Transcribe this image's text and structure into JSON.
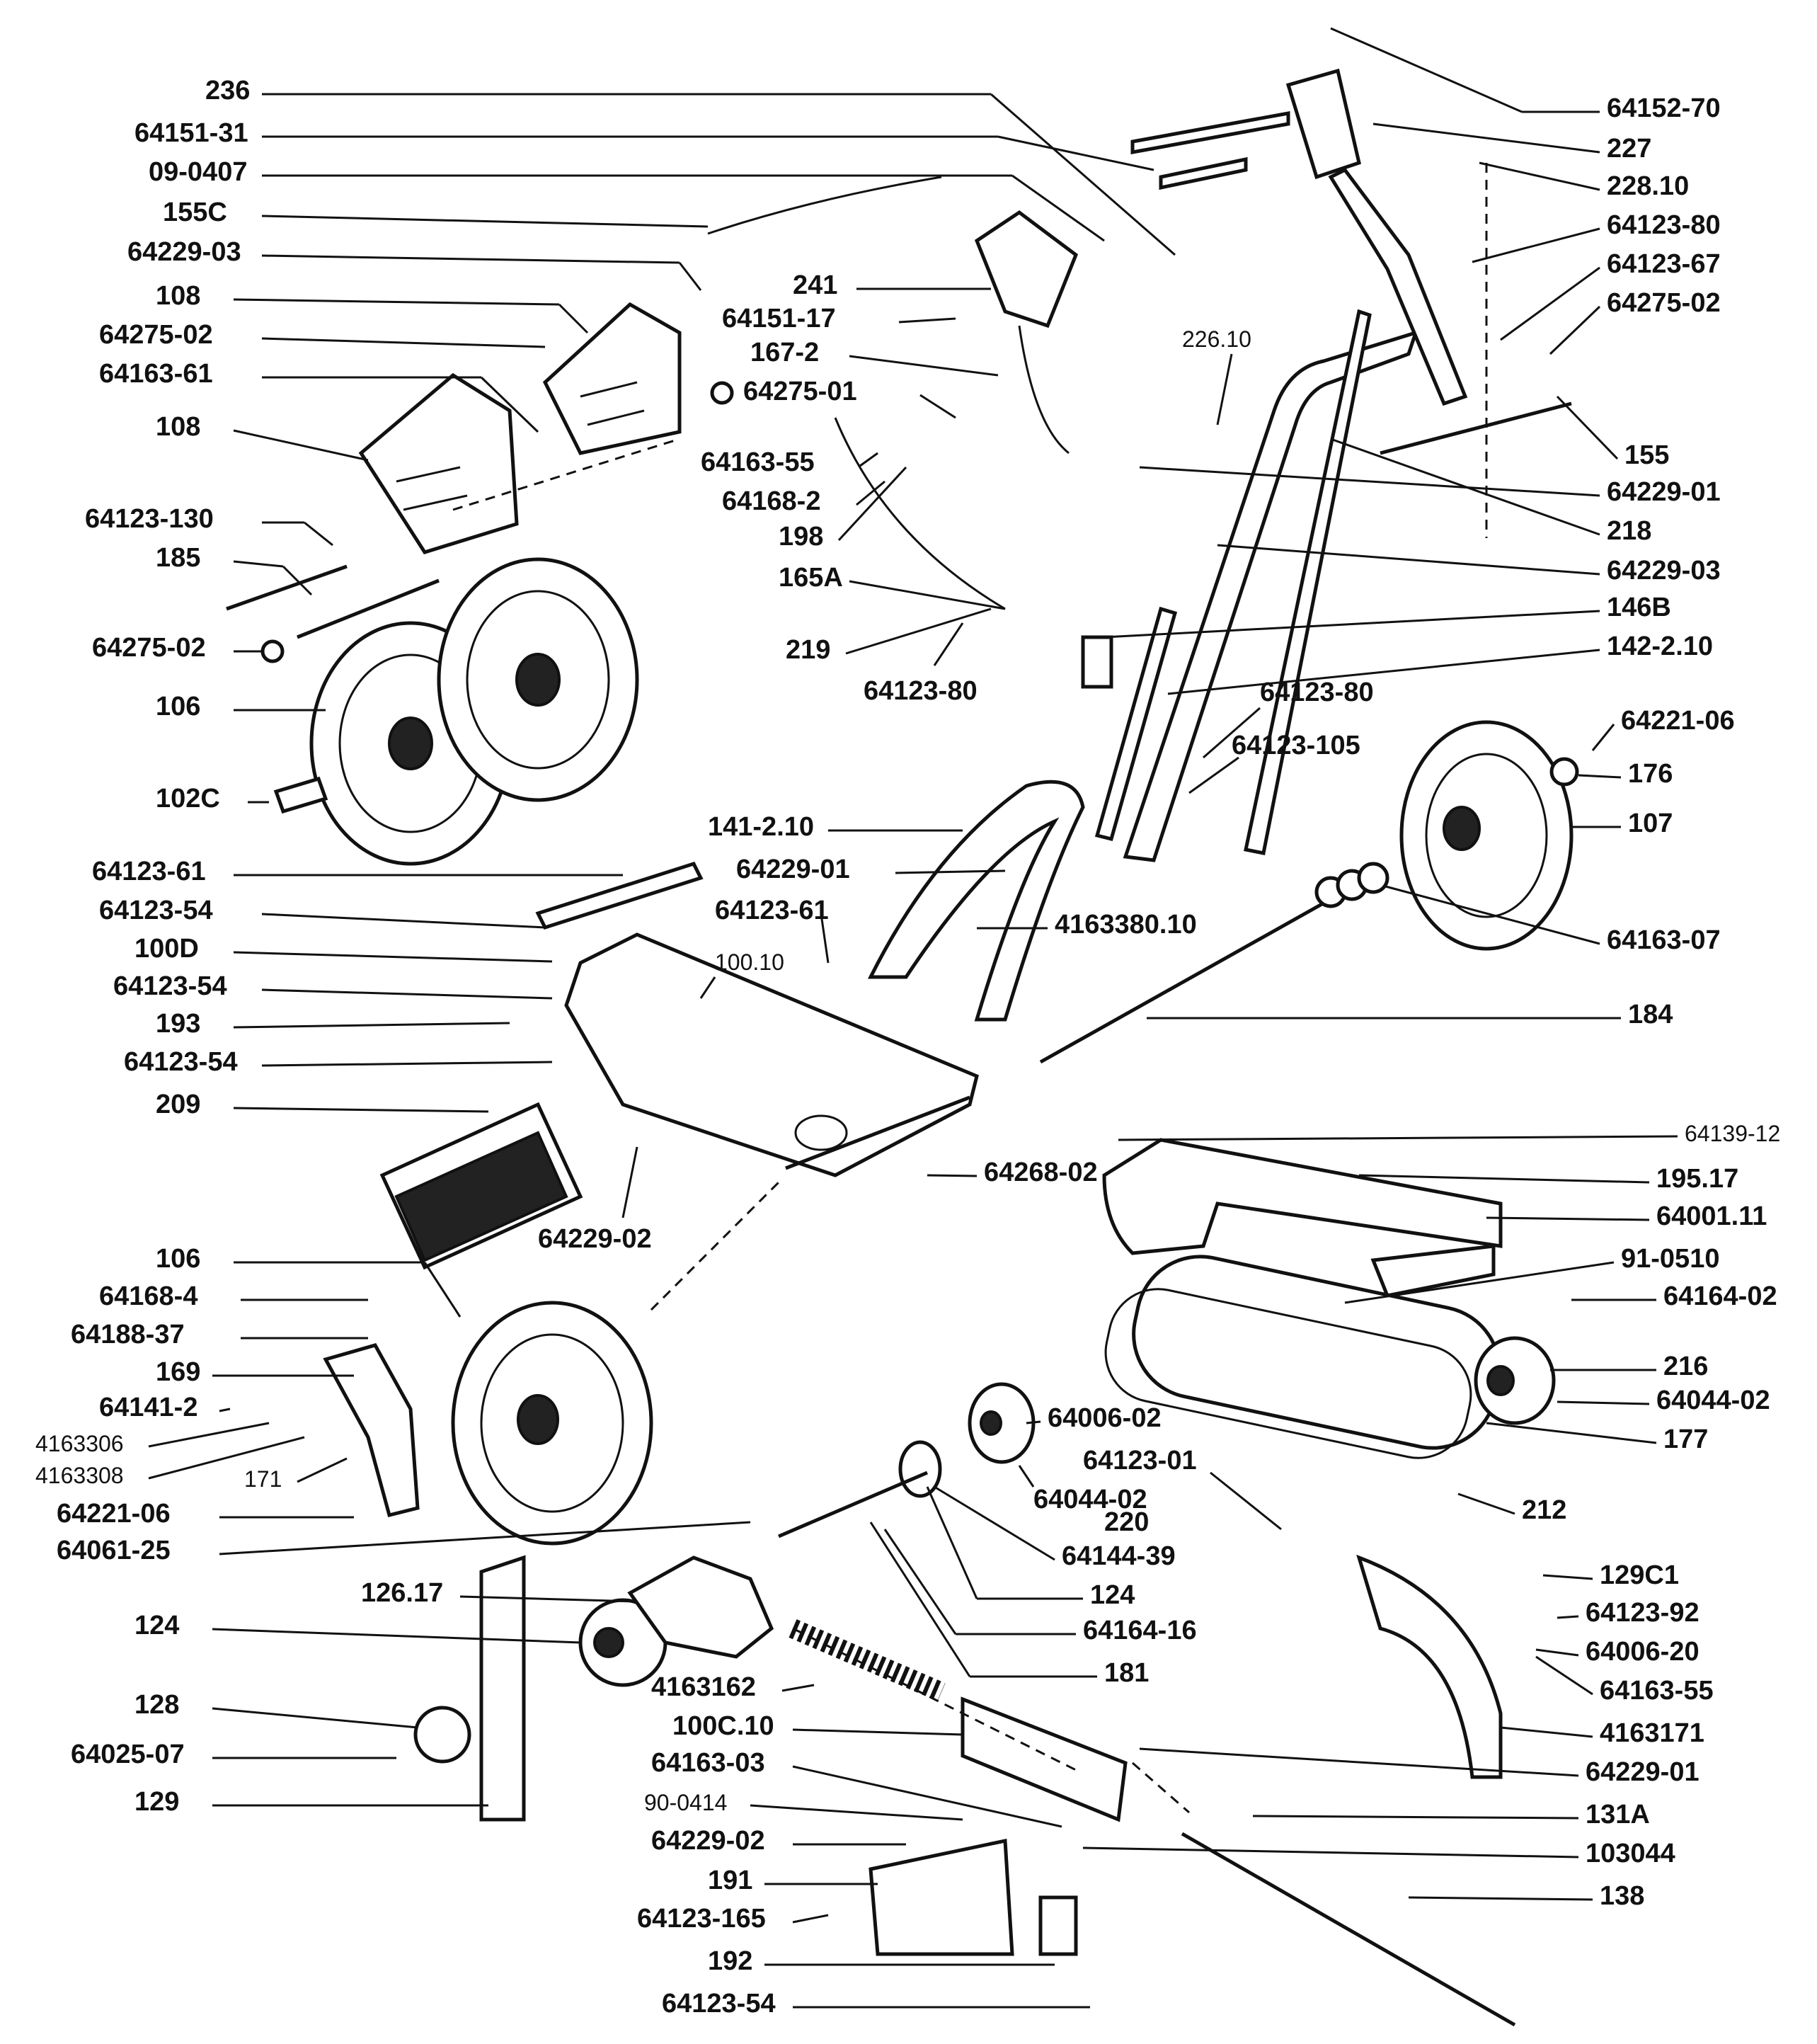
{
  "diagram": {
    "labels_left": [
      "236",
      "64151-31",
      "09-0407",
      "155C",
      "64229-03",
      "108",
      "64275-02",
      "64163-61",
      "108",
      "64123-130",
      "185",
      "64275-02",
      "106",
      "102C",
      "64123-61",
      "64123-54",
      "100D",
      "64123-54",
      "193",
      "64123-54",
      "209",
      "106",
      "64168-4",
      "64188-37",
      "169",
      "64141-2",
      "4163306",
      "4163308",
      "171",
      "64221-06",
      "64061-25",
      "124",
      "128",
      "64025-07",
      "129"
    ],
    "labels_right": [
      "64152-70",
      "227",
      "228.10",
      "64123-80",
      "64123-67",
      "64275-02",
      "155",
      "64229-01",
      "218",
      "64229-03",
      "146B",
      "142-2.10",
      "64221-06",
      "176",
      "107",
      "64163-07",
      "184",
      "64139-12",
      "195.17",
      "64001.11",
      "91-0510",
      "64164-02",
      "216",
      "64044-02",
      "177",
      "212",
      "129C1",
      "64123-92",
      "64006-20",
      "64163-55",
      "4163171",
      "64229-01",
      "131A",
      "103044",
      "138"
    ],
    "labels_center": [
      "241",
      "64151-17",
      "167-2",
      "64275-01",
      "64163-55",
      "64168-2",
      "198",
      "165A",
      "226.10",
      "219",
      "64123-80",
      "64123-80",
      "64123-105",
      "141-2.10",
      "64229-01",
      "64123-61",
      "4163380.10",
      "100.10",
      "64229-02",
      "64268-02",
      "64006-02",
      "64123-01",
      "64044-02",
      "220",
      "64144-39",
      "124",
      "64164-16",
      "181",
      "126.17",
      "4163162",
      "100C.10",
      "64163-03",
      "90-0414",
      "64229-02",
      "191",
      "64123-165",
      "192",
      "64123-54"
    ]
  }
}
